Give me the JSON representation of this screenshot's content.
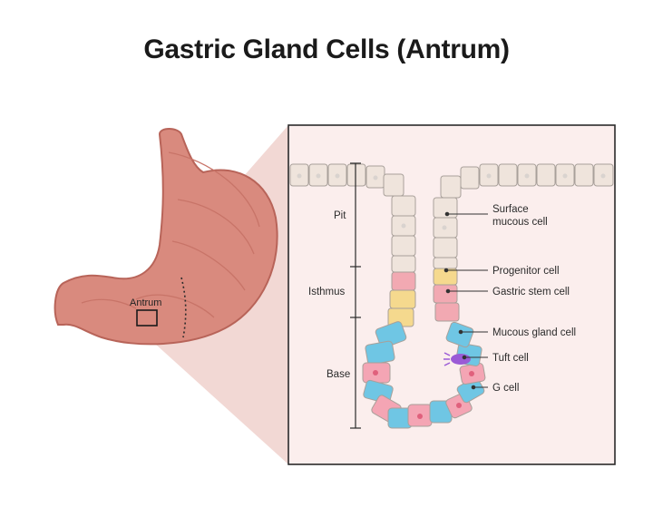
{
  "title": "Gastric Gland Cells (Antrum)",
  "stomach": {
    "region_label": "Antrum"
  },
  "zones": [
    {
      "label": "Pit"
    },
    {
      "label": "Isthmus"
    },
    {
      "label": "Base"
    }
  ],
  "cell_labels": [
    {
      "line1": "Surface",
      "line2": "mucous cell"
    },
    {
      "line1": "Progenitor cell",
      "line2": ""
    },
    {
      "line1": "Gastric stem cell",
      "line2": ""
    },
    {
      "line1": "Mucous gland cell",
      "line2": ""
    },
    {
      "line1": "Tuft cell",
      "line2": ""
    },
    {
      "line1": "G cell",
      "line2": ""
    }
  ],
  "colors": {
    "stomach": "#d98a7e",
    "stomach_dark": "#b86459",
    "panel_bg": "#fbeeed",
    "surface_cell": "#efe4dc",
    "progenitor_cell": "#f5d98e",
    "stem_cell": "#f2a9b2",
    "mucous_gland_cell": "#6fc6e4",
    "tuft_cell": "#9b5bd6",
    "g_cell": "#f4a5b4"
  }
}
